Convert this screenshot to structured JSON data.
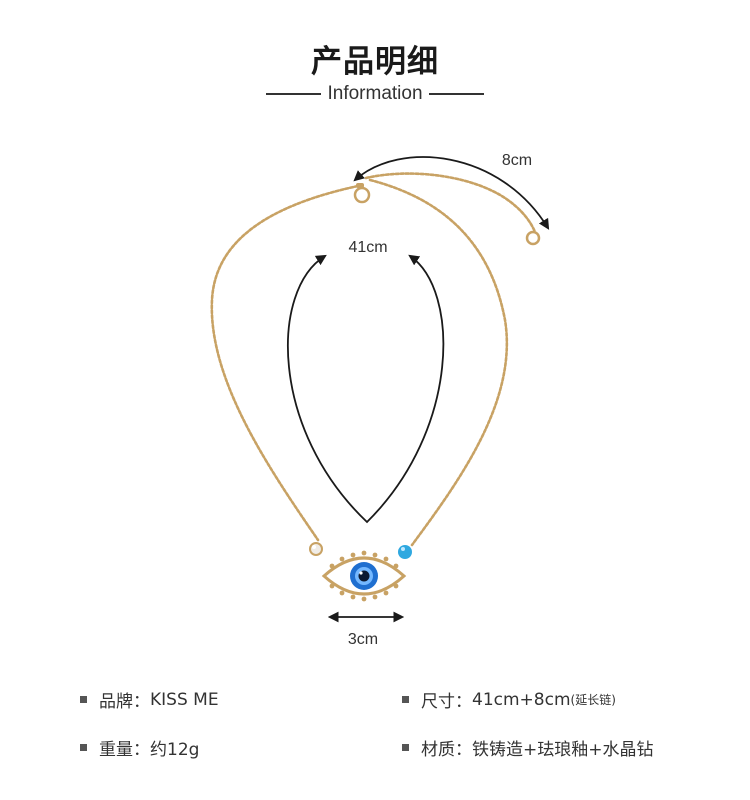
{
  "header": {
    "title": "产品明细",
    "subtitle": "Information"
  },
  "measurements": {
    "extension": "8cm",
    "length": "41cm",
    "pendant": "3cm"
  },
  "specs": {
    "brand": {
      "label": "品牌：",
      "value": "KISS ME"
    },
    "size": {
      "label": "尺寸：",
      "value": "41cm+8cm",
      "note": "(延长链)"
    },
    "weight": {
      "label": "重量：",
      "value": "约12g"
    },
    "material": {
      "label": "材质：",
      "value": "铁铸造+珐琅釉+水晶钻"
    }
  },
  "colors": {
    "chain": "#c8a264",
    "eye_blue": "#1f6fd0",
    "bead": "#2fa8e0",
    "enamel": "#ffffff"
  }
}
